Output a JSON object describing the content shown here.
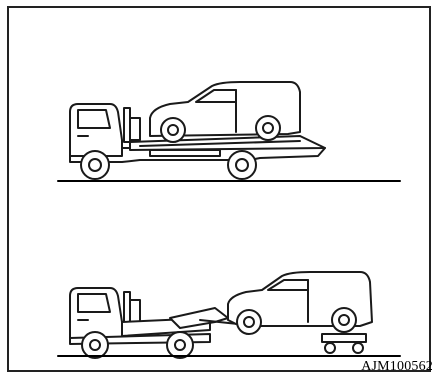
{
  "figure": {
    "code": "AJM100562",
    "illustrations": [
      {
        "name": "flatbed-tow-truck",
        "description_hidden": true
      },
      {
        "name": "wheel-lift-tow-with-dolly",
        "description_hidden": true
      }
    ],
    "colors": {
      "line": "#1a1a1a",
      "fill": "#ffffff",
      "ground": "#000000"
    }
  }
}
